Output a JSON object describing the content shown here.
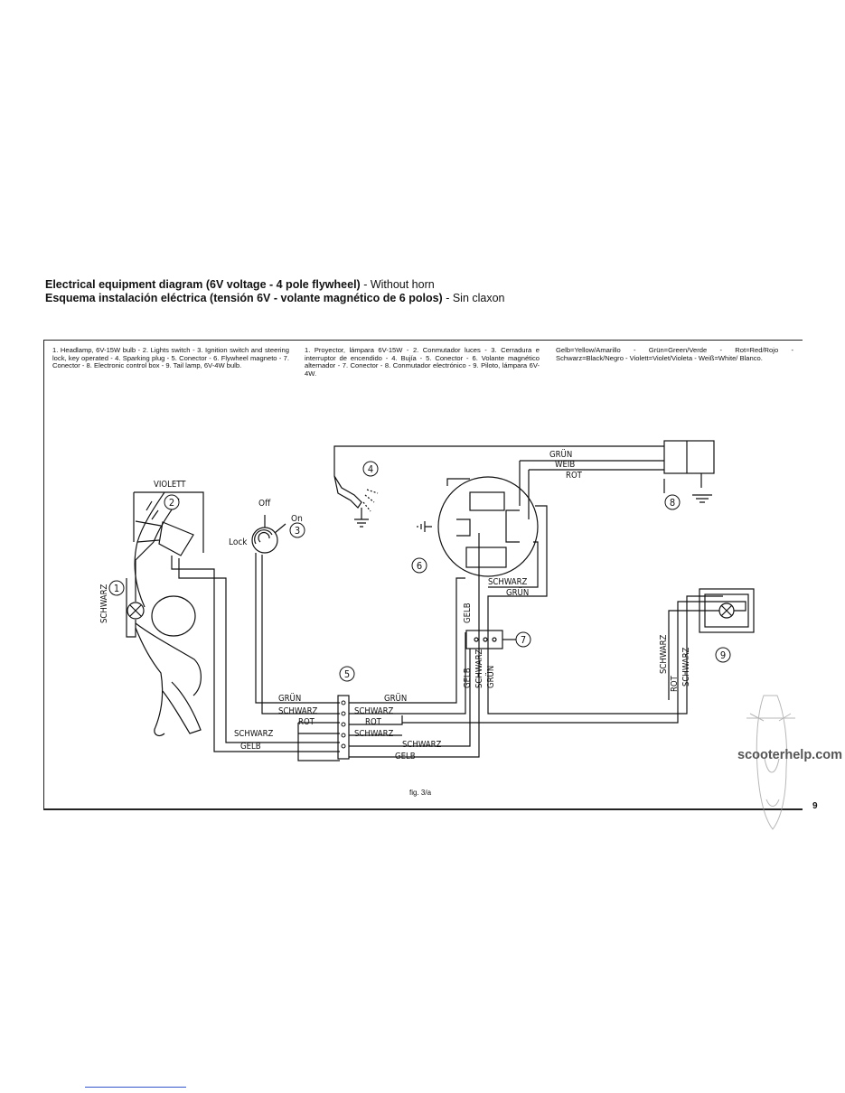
{
  "title": {
    "line1_bold": "Electrical equipment diagram (6V voltage - 4 pole flywheel)",
    "line1_rest": " - Without horn",
    "line2_bold": "Esquema instalación eléctrica (tensión 6V - volante magnético de 6 polos)",
    "line2_rest": " - Sin claxon"
  },
  "legend": {
    "english": "1. Headlamp, 6V-15W bulb - 2. Lights switch - 3. Ignition switch and steering lock, key operated - 4. Sparking plug - 5. Conector - 6. Flywheel magneto - 7. Conector - 8. Electronic control box - 9. Tail lamp, 6V-4W bulb.",
    "spanish": "1. Proyector, lámpara 6V-15W - 2. Conmutador luces - 3. Cerradura e interruptor de encendido - 4. Bujía - 5. Conector - 6. Volante magnético alternador - 7. Conector - 8. Conmutador electrónico - 9. Piloto, lámpara 6V-4W.",
    "colors": "Gelb=Yellow/Amarillo - Grün=Green/Verde - Rot=Red/Rojo - Schwarz=Black/Negro - Violett=Violet/Violeta - Weiß=White/ Blanco."
  },
  "diagram": {
    "component_numbers": [
      "1",
      "2",
      "3",
      "4",
      "5",
      "6",
      "7",
      "8",
      "9"
    ],
    "switch_labels": {
      "off": "Off",
      "on": "On",
      "lock": "Lock"
    },
    "wire_labels": {
      "violett": "VIOLETT",
      "schwarz_headlamp": "SCHWARZ",
      "grun_cdi": "GRÜN",
      "weib_cdi": "WEIB",
      "rot_cdi": "ROT",
      "schwarz_magneto": "SCHWARZ",
      "grun_magneto": "GRÜN",
      "gelb_c7_top": "GELB",
      "gelb_c7": "GELB",
      "schwarz_c7": "SCHWARZ",
      "grun_c7": "GRÜN",
      "schwarz_tail": "SCHWARZ",
      "rot_tail": "ROT",
      "schwarz_tail2": "SCHWARZ",
      "grun_c5_left": "GRÜN",
      "schwarz_c5_left": "SCHWARZ",
      "rot_c5_left": "ROT",
      "schwarz_c5_left2": "SCHWARZ",
      "gelb_c5_left": "GELB",
      "grun_c5_right": "GRÜN",
      "schwarz_c5_right": "SCHWARZ",
      "rot_c5_right": "ROT",
      "schwarz_c5_right2": "SCHWARZ",
      "schwarz_bottom": "SCHWARZ",
      "gelb_bottom": "GELB"
    }
  },
  "figure_label": "fig. 3/a",
  "page_number": "9",
  "watermark": "scooterhelp.com"
}
